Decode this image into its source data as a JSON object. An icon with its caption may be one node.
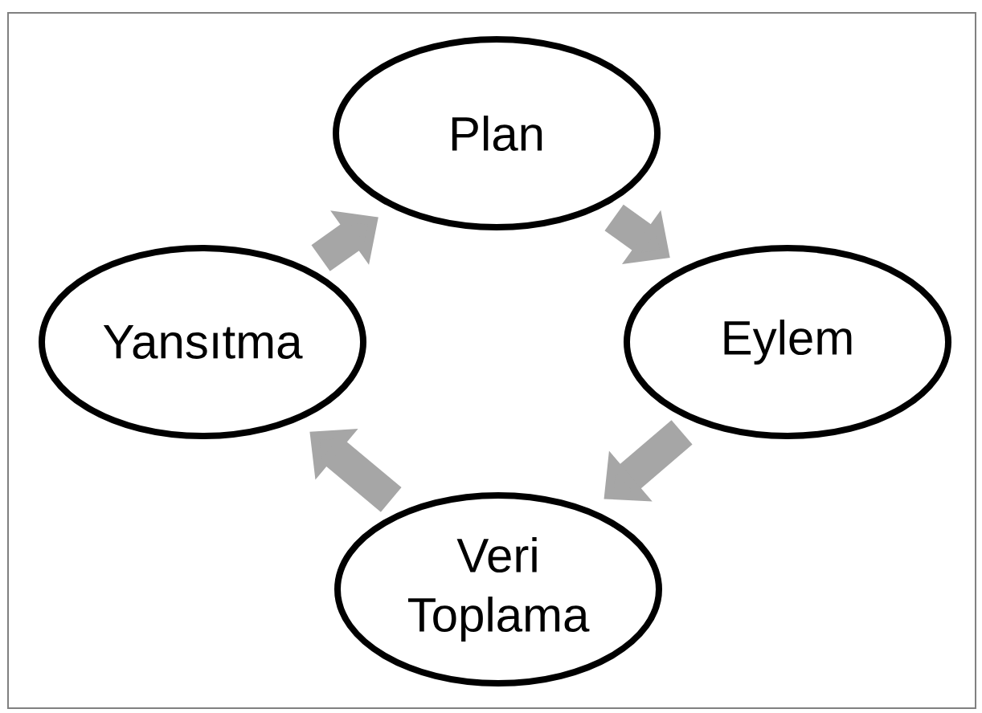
{
  "diagram": {
    "nodes": [
      {
        "text": [
          "Plan"
        ]
      },
      {
        "text": [
          "Yansıtma"
        ]
      },
      {
        "text": [
          "Eylem"
        ]
      },
      {
        "text": [
          "Veri Toplama"
        ]
      }
    ],
    "edges": [
      {
        "from": 0,
        "to": 2,
        "arrow": "to"
      },
      {
        "from": 2,
        "to": 3,
        "arrow": "to"
      },
      {
        "from": 3,
        "to": 1,
        "arrow": "to"
      },
      {
        "from": 1,
        "to": 0,
        "arrow": "to"
      }
    ]
  }
}
